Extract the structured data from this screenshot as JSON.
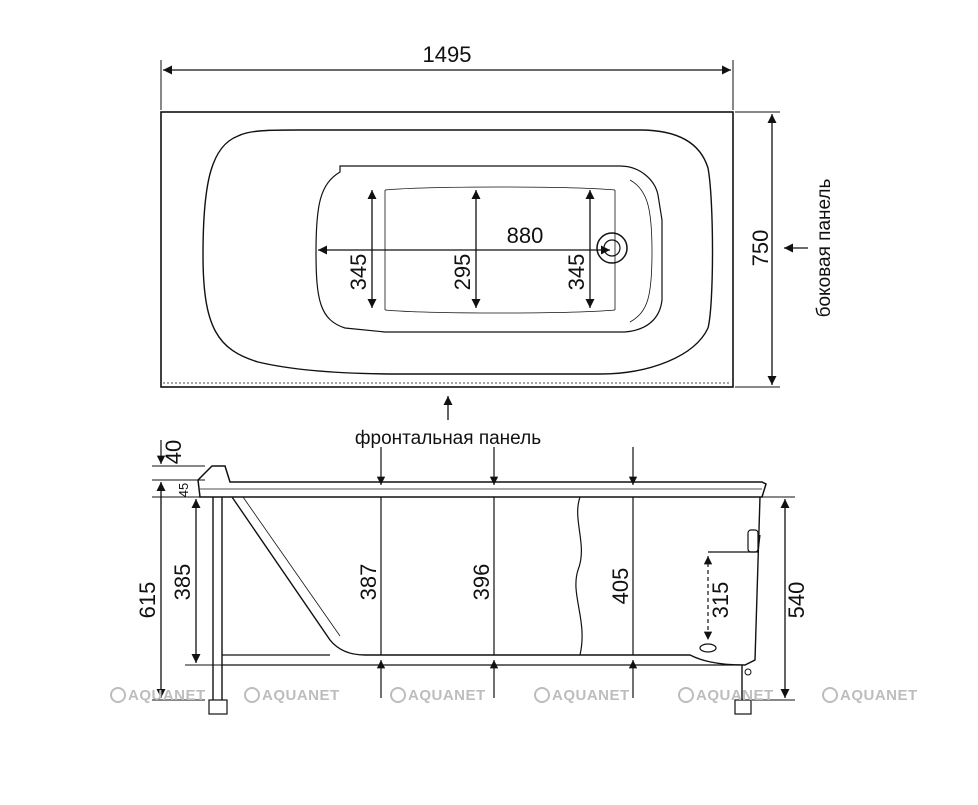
{
  "top_view": {
    "length": "1495",
    "width": "750",
    "inner_length": "880",
    "inner_width_left": "345",
    "inner_width_center": "295",
    "inner_width_right": "345"
  },
  "labels": {
    "side_panel": "боковая панель",
    "front_panel": "фронтальная панель"
  },
  "side_view": {
    "rim_top": "40",
    "rim_thickness": "45",
    "total_height": "615",
    "frame_height": "385",
    "depth_left": "387",
    "depth_center": "396",
    "depth_right": "405",
    "overflow_height": "315",
    "right_height": "540"
  },
  "watermark": {
    "text": "AQUANET"
  }
}
